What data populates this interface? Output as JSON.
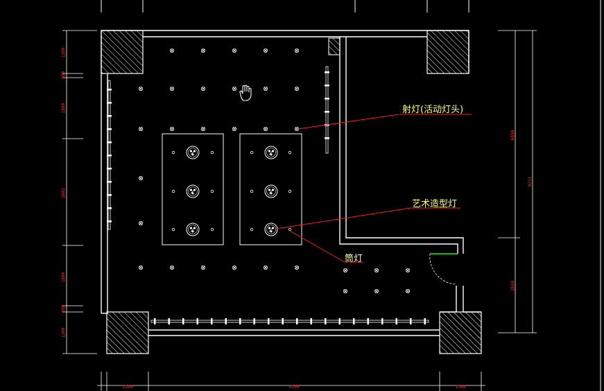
{
  "labels": {
    "spotlight": "射灯(活动灯头)",
    "art_light": "艺术造型灯",
    "downlight": "筒灯"
  },
  "dimensions": {
    "left": [
      "1200",
      "300",
      "1800",
      "2601",
      "1800",
      "300",
      "1200"
    ],
    "right_upper": "6850",
    "right_lower": "2650",
    "right_total": "9251",
    "bottom": [
      "1200",
      "6200",
      "1200"
    ]
  },
  "colors": {
    "background": "#000000",
    "lines": "#ffffff",
    "dimension_text": "#ff2020",
    "annotation_text": "#ffff66",
    "leader": "#ff1a1a",
    "door": "#00ff00"
  },
  "icons": {
    "cursor": "hand-cursor-icon",
    "fixture": "ceiling-light-icon"
  }
}
